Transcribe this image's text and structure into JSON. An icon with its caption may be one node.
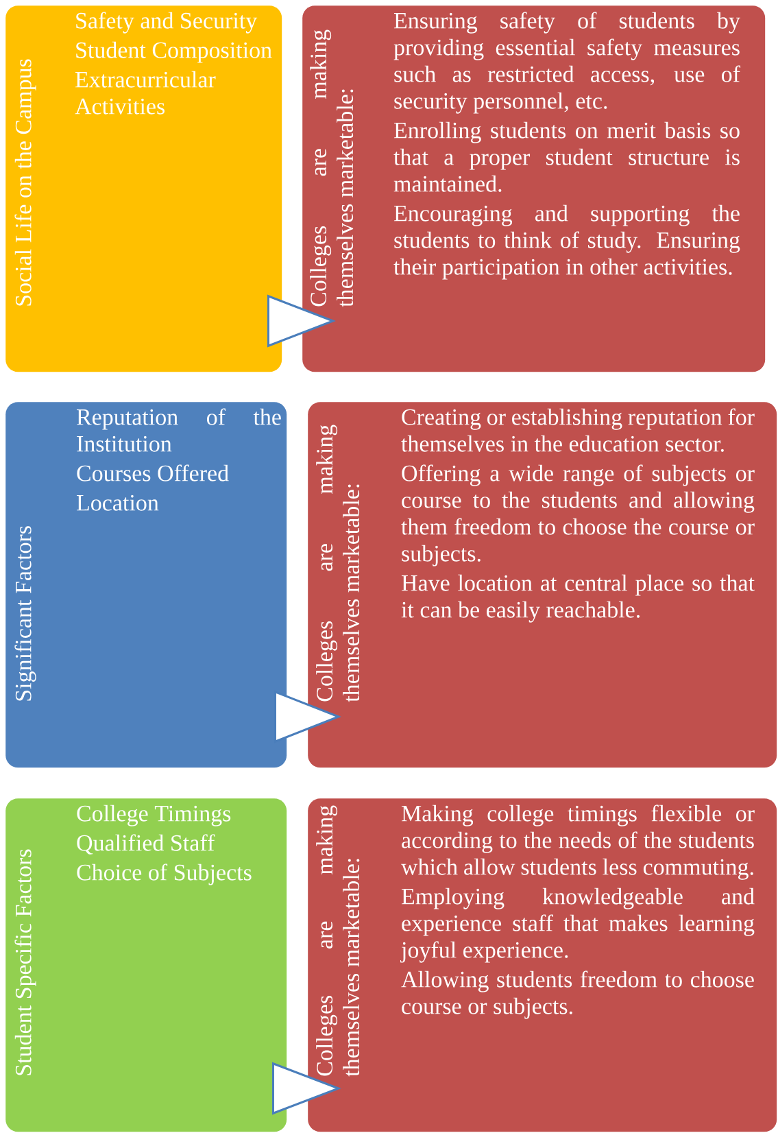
{
  "diagram": {
    "nodes": [
      {
        "text": [
          "Social Life on the Campus",
          "Safety and Security",
          "Student Composition",
          "Extracurricular Activities"
        ]
      },
      {
        "text": [
          "Colleges are making themselves marketable:",
          "Ensuring safety of students by providing essential safety measures such as restricted access, use of security personnel, etc.",
          "Enrolling students on merit basis so that a proper student structure is maintained.",
          "Encouraging and supporting the students to think of study. Ensuring their participation in other activities."
        ]
      },
      {
        "text": [
          "Significant Factors",
          "Reputation of the Institution",
          "Courses Offered",
          "Location"
        ]
      },
      {
        "text": [
          "Colleges are making themselves marketable:",
          "Creating or establishing reputation for themselves in the education sector.",
          "Offering a wide range of subjects or course to the students and allowing them freedom to choose the course or subjects.",
          "Have location at central place so that it can be easily reachable."
        ]
      },
      {
        "text": [
          "Student Specific Factors",
          "College Timings",
          "Qualified Staff",
          "Choice of Subjects"
        ]
      },
      {
        "text": [
          "Colleges are making themselves marketable:",
          "Making college timings flexible or according to the needs of the students which allow students less commuting.",
          "Employing knowledgeable and experience staff that makes learning joyful experience.",
          "Allowing students freedom to choose course or subjects."
        ]
      }
    ],
    "edges": [
      {
        "from": 0,
        "to": 1,
        "arrow": "to"
      },
      {
        "from": 2,
        "to": 3,
        "arrow": "to"
      },
      {
        "from": 4,
        "to": 5,
        "arrow": "to"
      }
    ]
  }
}
